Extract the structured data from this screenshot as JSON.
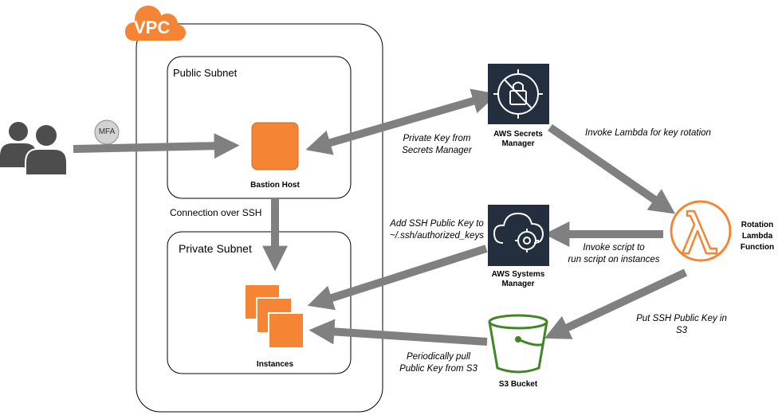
{
  "vpc": {
    "label": "VPC"
  },
  "subnets": {
    "public": "Public Subnet",
    "private": "Private Subnet"
  },
  "users": {
    "badge": "MFA"
  },
  "nodes": {
    "bastion": "Bastion Host",
    "instances": "Instances",
    "secrets_line1": "AWS Secrets",
    "secrets_line2": "Manager",
    "ssm_line1": "AWS Systems",
    "ssm_line2": "Manager",
    "lambda_line1": "Rotation",
    "lambda_line2": "Lambda",
    "lambda_line3": "Function",
    "s3": "S3 Bucket"
  },
  "edges": {
    "ssh_connection": "Connection over SSH",
    "private_key_line1": "Private Key from",
    "private_key_line2": "Secrets Manager",
    "invoke_lambda": "Invoke Lambda for key rotation",
    "add_key_line1": "Add SSH Public Key to",
    "add_key_line2": "~/.ssh/authorized_keys",
    "invoke_script_line1": "Invoke script to",
    "invoke_script_line2": "run script on instances",
    "put_key_line1": "Put SSH Public Key in",
    "put_key_line2": "S3",
    "pull_line1": "Periodically pull",
    "pull_line2": "Public Key from S3"
  },
  "colors": {
    "orange": "#f58534",
    "arrow": "#808080",
    "dark_tile": "#232f3e",
    "s3_green": "#3f8624"
  }
}
